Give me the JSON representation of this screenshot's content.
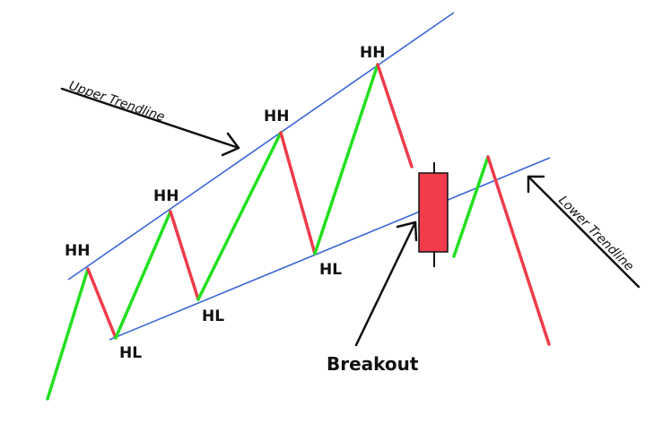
{
  "labels": {
    "upper_trendline": "Upper Trendline",
    "lower_trendline": "Lower Trendline",
    "breakout": "Breakout",
    "hh": "HH",
    "hl": "HL"
  },
  "colors": {
    "up_leg": "#22e01f",
    "down_leg": "#ef3b4a",
    "trendline": "#3a66d8",
    "arrow": "#111111",
    "candle_body": "#f23b4b"
  }
}
